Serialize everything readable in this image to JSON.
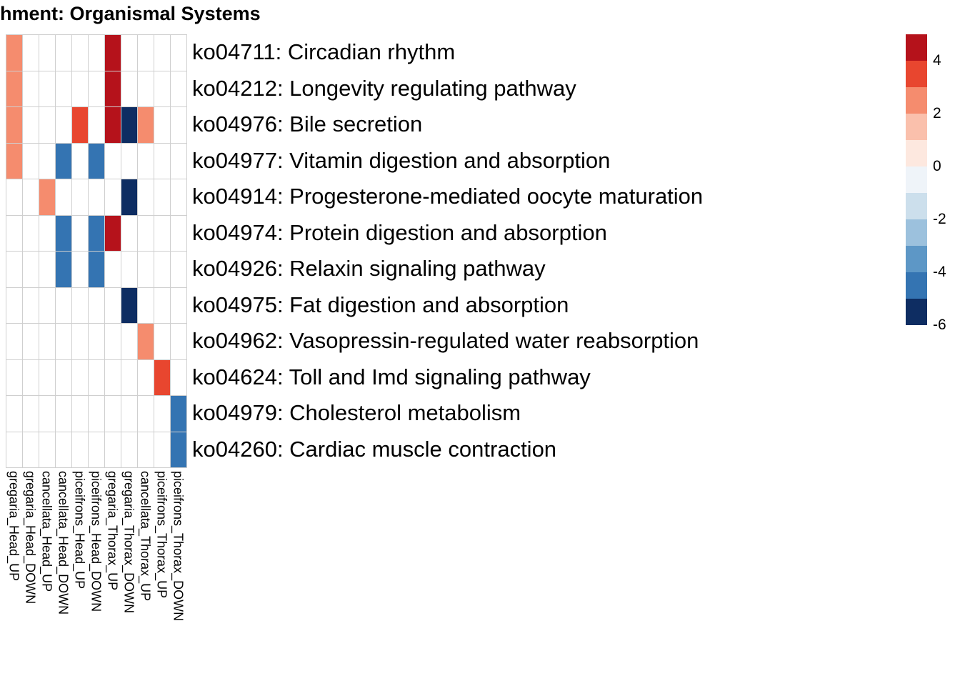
{
  "title": "hment: Organismal Systems",
  "chart_data": {
    "type": "heatmap",
    "title": "hment: Organismal Systems",
    "columns": [
      "gregaria_Head_UP",
      "gregaria_Head_DOWN",
      "cancellata_Head_UP",
      "cancellata_Head_DOWN",
      "piceifrons_Head_UP",
      "piceifrons_Head_DOWN",
      "gregaria_Thorax_UP",
      "gregaria_Thorax_DOWN",
      "cancellata_Thorax_UP",
      "piceifrons_Thorax_UP",
      "piceifrons_Thorax_DOWN"
    ],
    "rows": [
      "ko04711: Circadian rhythm",
      "ko04212: Longevity regulating pathway",
      "ko04976: Bile secretion",
      "ko04977: Vitamin digestion and absorption",
      "ko04914: Progesterone-mediated oocyte maturation",
      "ko04974: Protein digestion and absorption",
      "ko04926: Relaxin signaling pathway",
      "ko04975: Fat digestion and absorption",
      "ko04962: Vasopressin-regulated water reabsorption",
      "ko04624: Toll and Imd signaling pathway",
      "ko04979: Cholesterol metabolism",
      "ko04260: Cardiac muscle contraction"
    ],
    "cells": [
      {
        "row": 0,
        "col": 0,
        "value": 2.5
      },
      {
        "row": 0,
        "col": 6,
        "value": 4.5
      },
      {
        "row": 1,
        "col": 0,
        "value": 2.5
      },
      {
        "row": 1,
        "col": 6,
        "value": 4.5
      },
      {
        "row": 2,
        "col": 0,
        "value": 2.5
      },
      {
        "row": 2,
        "col": 4,
        "value": 3.5
      },
      {
        "row": 2,
        "col": 6,
        "value": 4.5
      },
      {
        "row": 2,
        "col": 7,
        "value": -5.5
      },
      {
        "row": 2,
        "col": 8,
        "value": 2.5
      },
      {
        "row": 3,
        "col": 0,
        "value": 2.5
      },
      {
        "row": 3,
        "col": 3,
        "value": -4.5
      },
      {
        "row": 3,
        "col": 5,
        "value": -4.5
      },
      {
        "row": 4,
        "col": 2,
        "value": 2.5
      },
      {
        "row": 4,
        "col": 7,
        "value": -5.5
      },
      {
        "row": 5,
        "col": 3,
        "value": -4.5
      },
      {
        "row": 5,
        "col": 5,
        "value": -4.5
      },
      {
        "row": 5,
        "col": 6,
        "value": 4.5
      },
      {
        "row": 6,
        "col": 3,
        "value": -4.5
      },
      {
        "row": 6,
        "col": 5,
        "value": -4.5
      },
      {
        "row": 7,
        "col": 7,
        "value": -5.5
      },
      {
        "row": 8,
        "col": 8,
        "value": 2.5
      },
      {
        "row": 9,
        "col": 9,
        "value": 3.5
      },
      {
        "row": 10,
        "col": 10,
        "value": -4.5
      },
      {
        "row": 11,
        "col": 10,
        "value": -4.5
      }
    ],
    "empty_color": "#FFFFFF",
    "grid_color": "#CFCFCF",
    "color_scale": {
      "domain": [
        5,
        -6
      ],
      "ticks": [
        4,
        2,
        0,
        -2,
        -4,
        -6
      ],
      "segments": [
        {
          "from": 5,
          "to": 4,
          "color": "#B5121B"
        },
        {
          "from": 4,
          "to": 3,
          "color": "#E8462F"
        },
        {
          "from": 3,
          "to": 2,
          "color": "#F58C6E"
        },
        {
          "from": 2,
          "to": 1,
          "color": "#FAC0AC"
        },
        {
          "from": 1,
          "to": 0,
          "color": "#FDE8DF"
        },
        {
          "from": 0,
          "to": -1,
          "color": "#EFF4F9"
        },
        {
          "from": -1,
          "to": -2,
          "color": "#CCDFEC"
        },
        {
          "from": -2,
          "to": -3,
          "color": "#9CC1DD"
        },
        {
          "from": -3,
          "to": -4,
          "color": "#5D97C6"
        },
        {
          "from": -4,
          "to": -5,
          "color": "#3474B2"
        },
        {
          "from": -5,
          "to": -6,
          "color": "#0E2D62"
        }
      ]
    },
    "legend_position": "right",
    "grid": true
  }
}
